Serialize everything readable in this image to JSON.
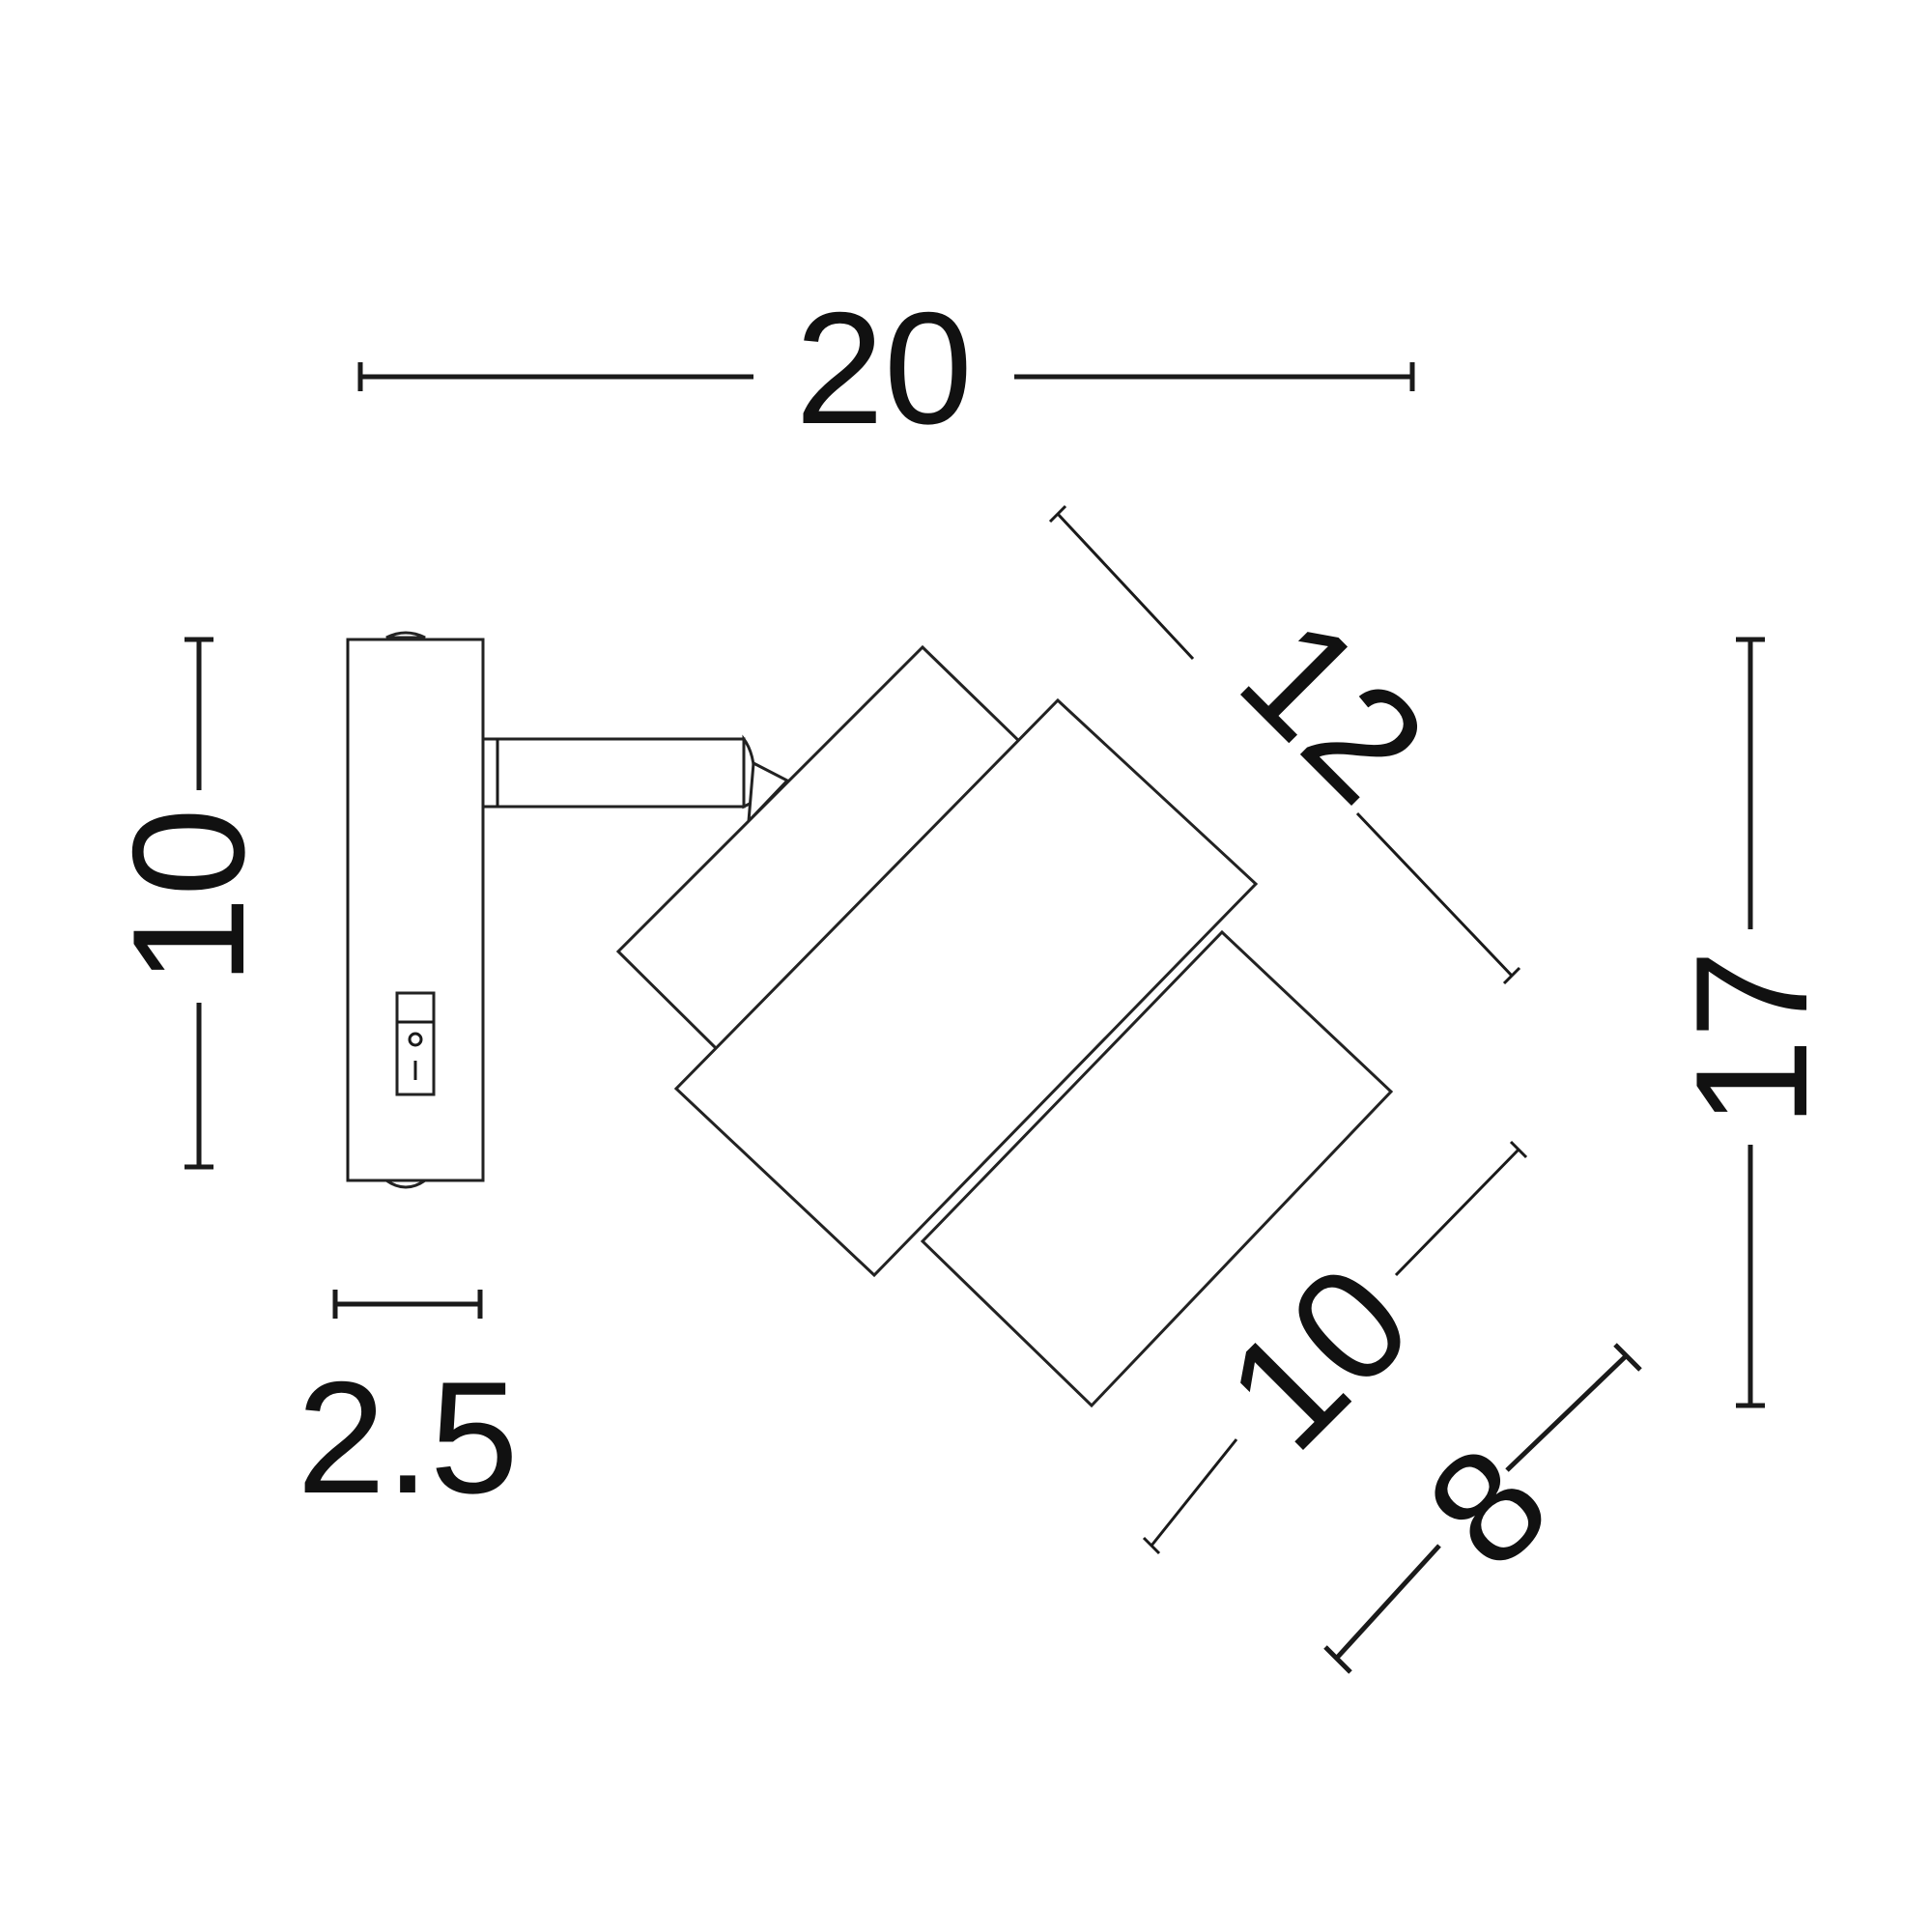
{
  "dimensions": {
    "overall_width": "20",
    "base_height": "10",
    "base_depth": "2.5",
    "shade_length": "12",
    "shade_small_length": "10",
    "shade_diameter": "8",
    "overall_height": "17"
  },
  "switch": {
    "on_symbol": "O",
    "off_symbol": "I"
  },
  "colors": {
    "line": "#1a1a1a",
    "text": "#111111",
    "background": "#ffffff"
  }
}
